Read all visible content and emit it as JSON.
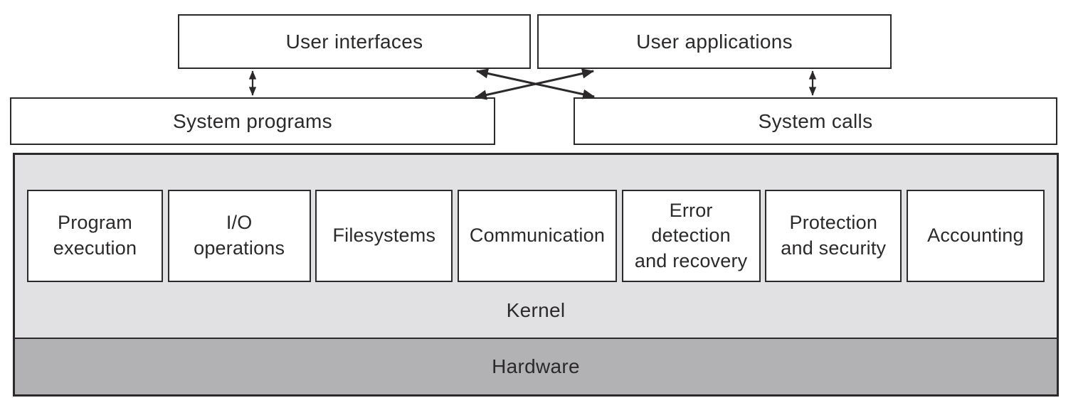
{
  "colors": {
    "line_color": "#2b292a",
    "kernel_bg": "#e1e1e3",
    "hardware_bg": "#b2b2b4",
    "box_bg": "#ffffff",
    "page_bg": "#ffffff"
  },
  "top_row": [
    {
      "label": "User interfaces"
    },
    {
      "label": "User applications"
    }
  ],
  "middle_row": [
    {
      "label": "System programs"
    },
    {
      "label": "System calls"
    }
  ],
  "kernel": {
    "label": "Kernel",
    "services": [
      "Program\nexecution",
      "I/O\noperations",
      "Filesystems",
      "Communication",
      "Error\ndetection\nand recovery",
      "Protection\nand security",
      "Accounting"
    ]
  },
  "hardware": {
    "label": "Hardware"
  }
}
